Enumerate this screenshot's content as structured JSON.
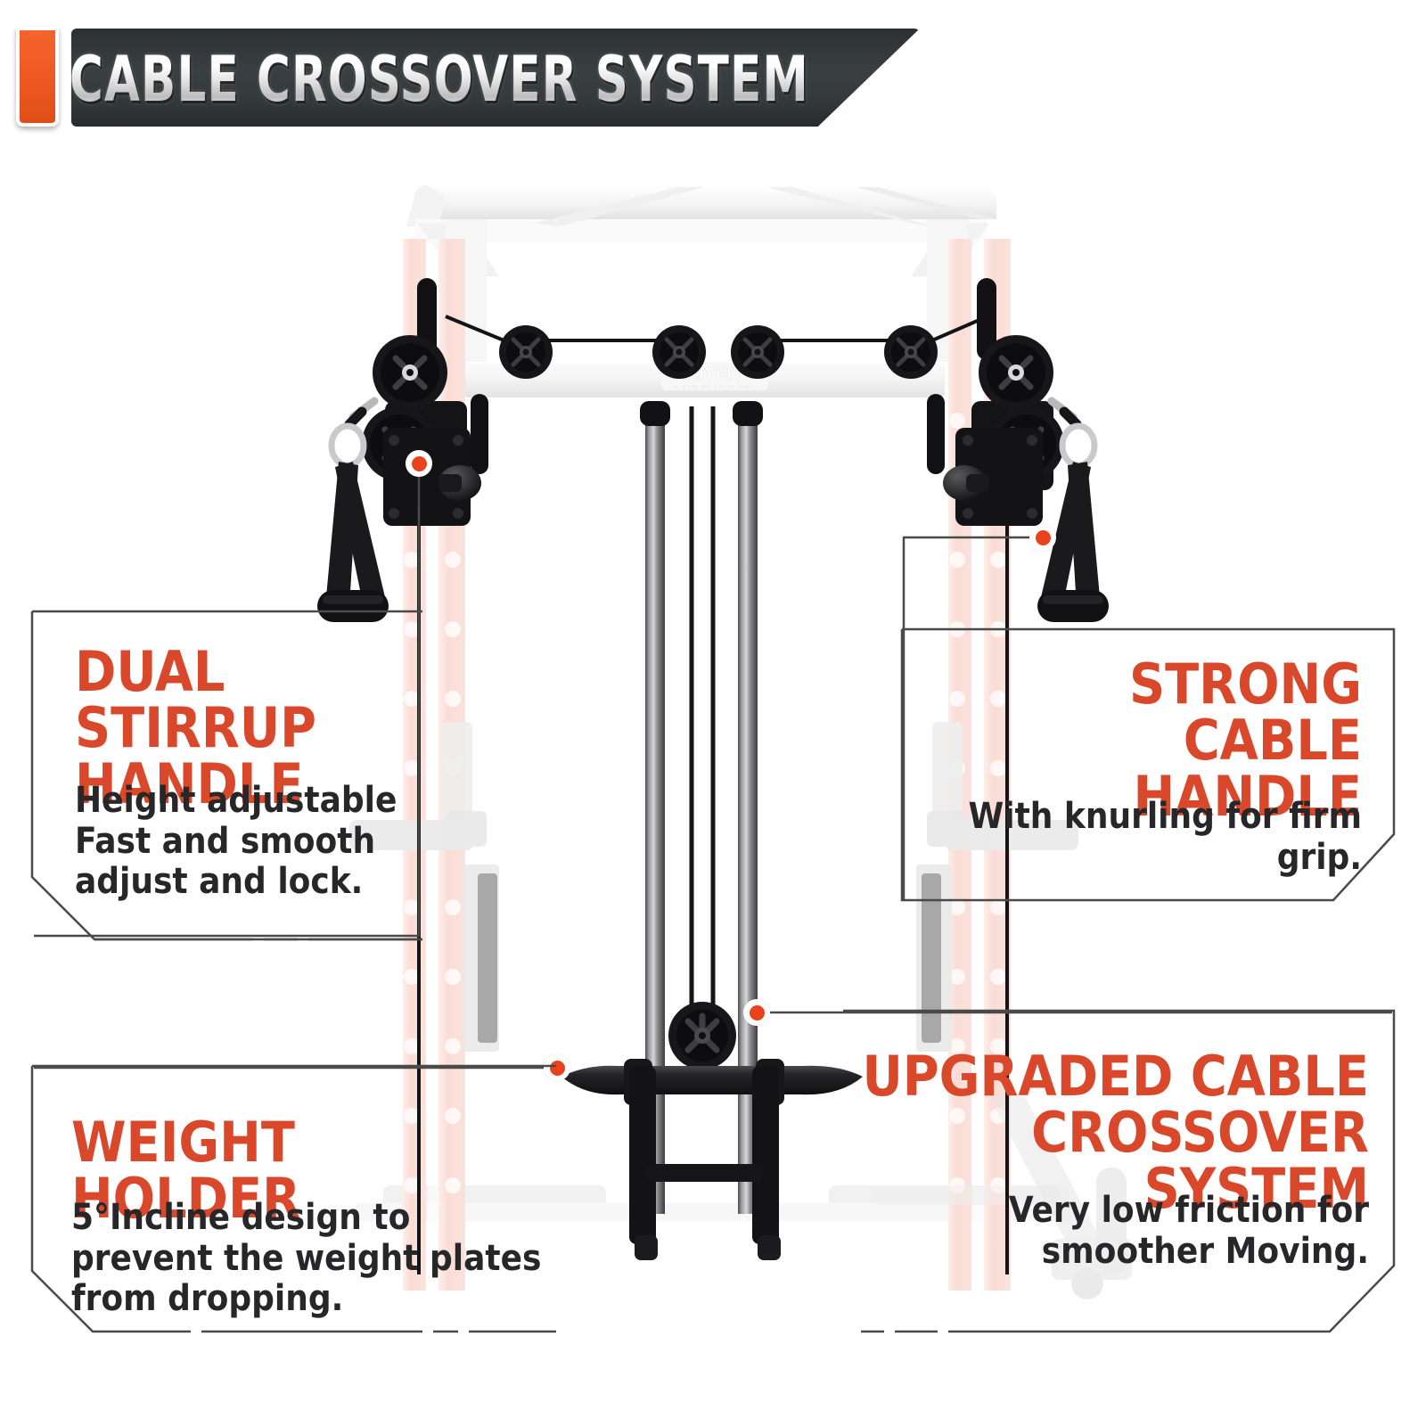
{
  "banner": {
    "title": "CABLE CROSSOVER SYSTEM",
    "accent_color": "#f05a28",
    "panel_color": "#343a3c"
  },
  "product": {
    "brand_logo": "RITFIT",
    "brand_tagline": "A GYM OF YOUR OWN",
    "frame_color": "#fbe3de",
    "hardware_color": "#1b1b1b"
  },
  "theme": {
    "heading_color": "#d9482b",
    "body_color": "#27272a",
    "box_border_color": "#4a4a4a",
    "marker_color": "#e8431c",
    "background": "#ffffff"
  },
  "callouts": [
    {
      "id": "dual-stirrup-handle",
      "heading": "DUAL STIRRUP HANDLE",
      "heading_line1": "DUAL STIRRUP",
      "heading_line2": "HANDLE",
      "body": "Height adjustable Fast and smooth adjust and lock.",
      "align": "left",
      "position": "top-left"
    },
    {
      "id": "strong-cable-handle",
      "heading": "STRONG CABLE HANDLE",
      "heading_line1": "STRONG CABLE",
      "heading_line2": "HANDLE",
      "body": "With knurling for firm grip.",
      "align": "right",
      "position": "top-right"
    },
    {
      "id": "weight-holder",
      "heading": "WEIGHT HOLDER",
      "heading_line1": "WEIGHT HOLDER",
      "heading_line2": "",
      "body": "5°Incline design to prevent the weight plates from dropping.",
      "align": "left",
      "position": "bottom-left"
    },
    {
      "id": "upgraded-cable-crossover-system",
      "heading": "UPGRADED CABLE CROSSOVER SYSTEM",
      "heading_line1": "UPGRADED CABLE",
      "heading_line2": "CROSSOVER SYSTEM",
      "body": "Very low friction for smoother Moving.",
      "align": "right",
      "position": "bottom-right"
    }
  ]
}
